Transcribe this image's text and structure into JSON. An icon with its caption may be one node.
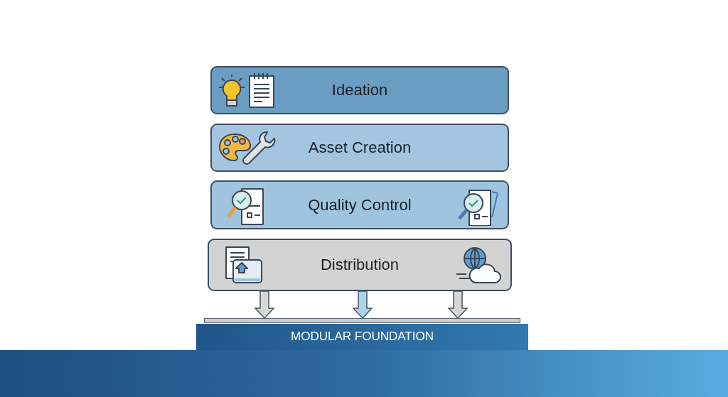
{
  "diagram": {
    "nodes": [
      {
        "text": [
          "Ideation"
        ]
      },
      {
        "text": [
          "Asset Creation"
        ]
      },
      {
        "text": [
          "Quality Control"
        ]
      },
      {
        "text": [
          "Distribution"
        ]
      },
      {
        "text": [
          "MODULAR FOUNDATION"
        ]
      }
    ],
    "edges": [
      {
        "from": 3,
        "to": 4,
        "arrow": "to"
      },
      {
        "from": 3,
        "to": 4,
        "arrow": "to",
        "color": "#a9d2ec"
      },
      {
        "from": 3,
        "to": 4,
        "arrow": "to"
      }
    ]
  }
}
